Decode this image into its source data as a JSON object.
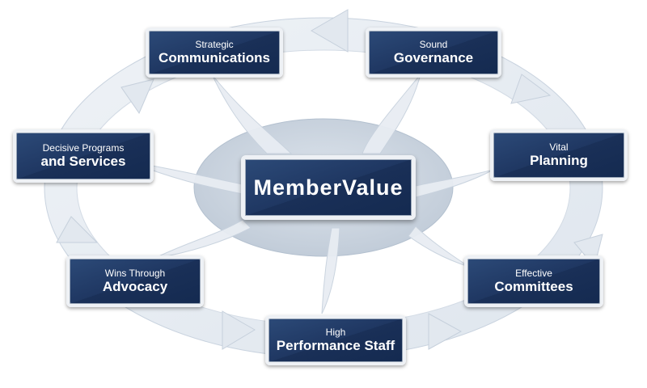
{
  "center": {
    "label": "MemberValue"
  },
  "nodes": [
    {
      "id": "strategic-communications",
      "line1": "Strategic",
      "line2": "Communications"
    },
    {
      "id": "sound-governance",
      "line1": "Sound",
      "line2": "Governance"
    },
    {
      "id": "vital-planning",
      "line1": "Vital",
      "line2": "Planning"
    },
    {
      "id": "effective-committees",
      "line1": "Effective",
      "line2": "Committees"
    },
    {
      "id": "high-performance-staff",
      "line1": "High",
      "line2": "Performance Staff"
    },
    {
      "id": "wins-through-advocacy",
      "line1": "Wins Through",
      "line2": "Advocacy"
    },
    {
      "id": "decisive-programs-services",
      "line1": "Decisive Programs",
      "line2": "and Services"
    }
  ],
  "colors": {
    "box": "#1f3762",
    "ring": "#e6ebf1",
    "hub": "#cfd8e3"
  }
}
